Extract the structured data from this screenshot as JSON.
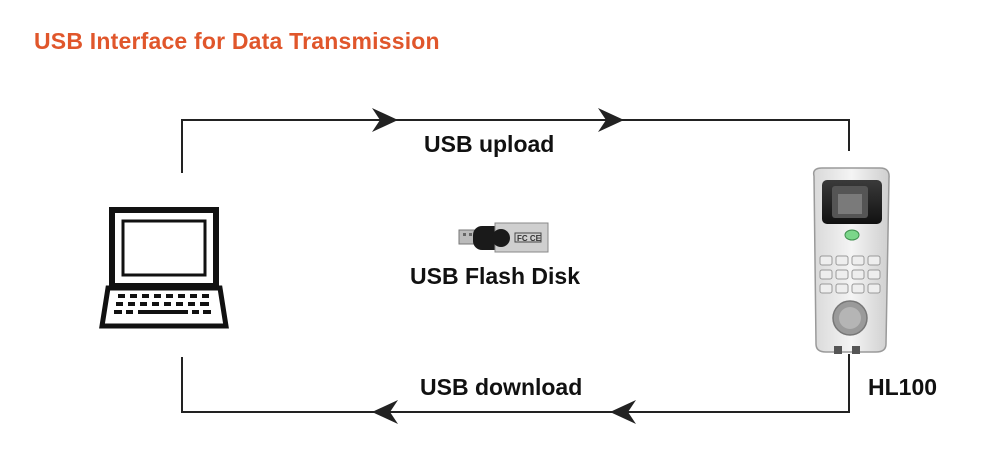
{
  "title": "USB Interface for Data Transmission",
  "labels": {
    "upload": "USB upload",
    "download": "USB download",
    "flash_disk": "USB Flash Disk",
    "device": "HL100"
  },
  "icons": {
    "computer": "laptop-icon",
    "flash_disk": "usb-flash-drive-icon",
    "device": "fingerprint-terminal-icon"
  },
  "colors": {
    "title": "#e0562b",
    "lines": "#222222"
  }
}
